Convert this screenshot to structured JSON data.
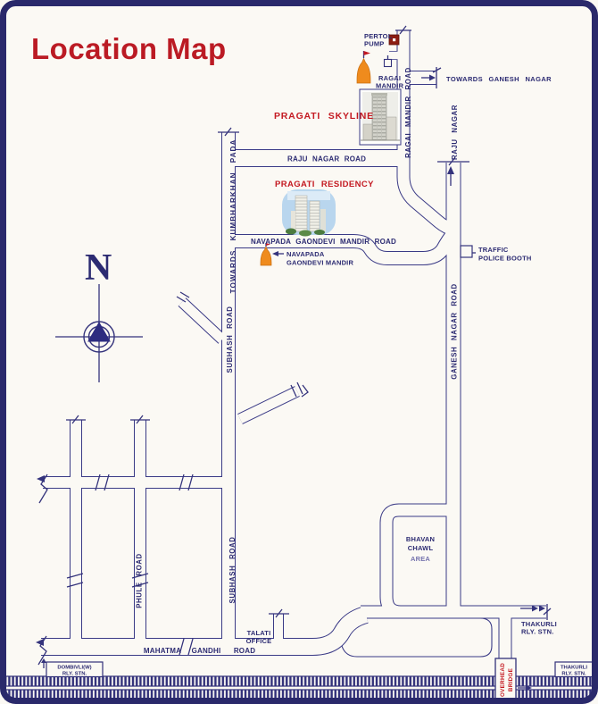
{
  "title": "Location Map",
  "compass": {
    "north": "N"
  },
  "colors": {
    "frame_navy": "#2a296b",
    "line_navy": "#3a3a86",
    "text_navy": "#2c2b72",
    "heading_red": "#bb1b24",
    "label_red": "#c41a22",
    "temple_orange": "#ef8b1d",
    "petrol_maroon": "#8c1d12",
    "area_text": "#7573ad",
    "background": "#fbf9f4"
  },
  "icons": {
    "compass": "compass-rose-icon",
    "petrol": "petrol-pump-icon",
    "temple_ragai": "temple-icon",
    "temple_navapada": "temple-icon",
    "traffic_booth": "booth-square-icon",
    "railway": "railway-track-hatching"
  },
  "roads": {
    "towards_kumbharkhan_pada": "TOWARDS KUMBHARKHAN PADA",
    "subhash_road_upper": "SUBHASH ROAD",
    "subhash_road_lower": "SUBHASH ROAD",
    "phule_road": "PHULE ROAD",
    "mahatma": "MAHATMA",
    "gandhi": "GANDHI",
    "road_word": "ROAD",
    "raju_nagar_road": "RAJU NAGAR ROAD",
    "ragai_mandir_road": "RAGAI MANDIR ROAD",
    "raju_nagar": "RAJU NAGAR",
    "ganesh_nagar_road": "GANESH NAGAR ROAD",
    "navapada_gaondevi_mandir_road": "NAVAPADA GAONDEVI MANDIR ROAD",
    "towards_ganesh_nagar": "TOWARDS GANESH NAGAR"
  },
  "places": {
    "pragati_skyline": "PRAGATI  SKYLINE",
    "pragati_residency": "PRAGATI  RESIDENCY",
    "petrol_pump_l1": "PERTOL",
    "petrol_pump_l2": "PUMP",
    "ragai_mandir_l1": "RAGAI",
    "ragai_mandir_l2": "MANDIR",
    "navapada_mandir_l1": "NAVAPADA",
    "navapada_mandir_l2": "GAONDEVI MANDIR",
    "traffic_booth_l1": "TRAFFIC",
    "traffic_booth_l2": "POLICE BOOTH",
    "bhavan_l1": "BHAVAN",
    "bhavan_l2": "CHAWL",
    "bhavan_l3": "AREA",
    "talati_l1": "TALATI",
    "talati_l2": "OFFICE",
    "thakurli_dir_l1": "THAKURLI",
    "thakurli_dir_l2": "RLY. STN.",
    "thakurli_box_l1": "THAKURLI",
    "thakurli_box_l2": "RLY. STN.",
    "dombivli_box_l1": "DOMBIVLI(W)",
    "dombivli_box_l2": "RLY. STN.",
    "overhead_l1": "OVERHEAD",
    "overhead_l2": "BRIDGE"
  }
}
